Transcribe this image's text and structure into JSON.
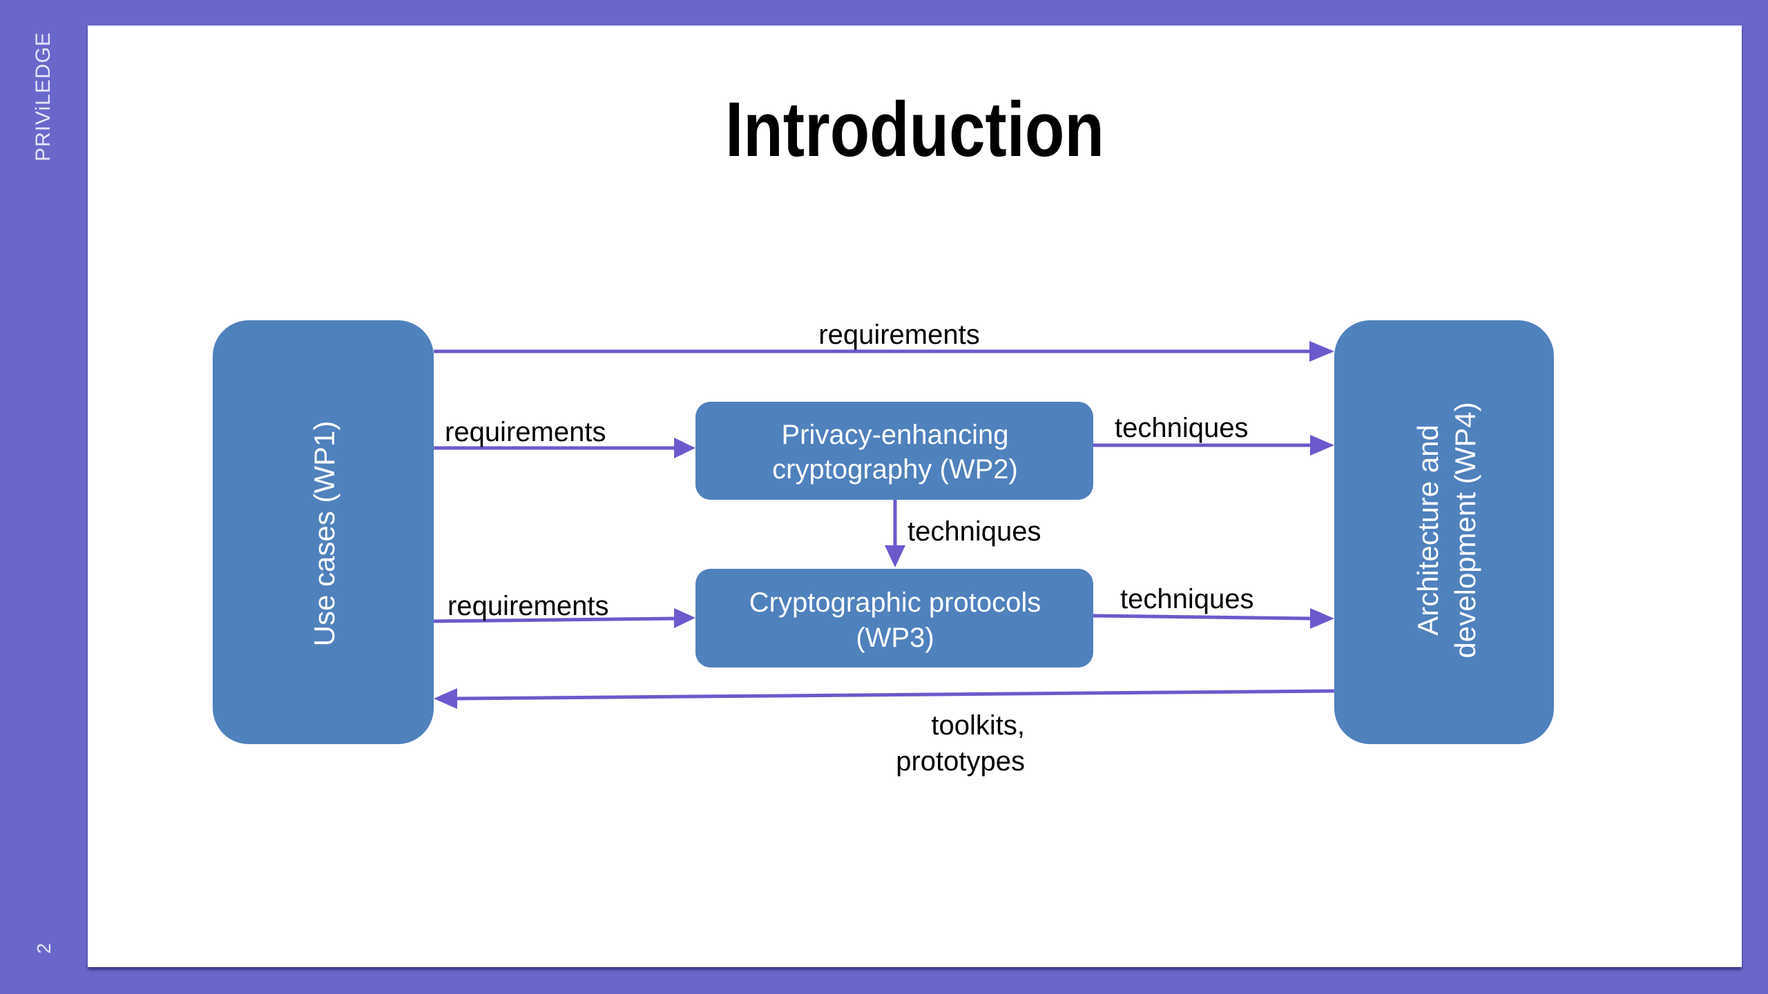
{
  "sidebar": {
    "brand": "PRIViLEDGE",
    "page_number": "2"
  },
  "slide": {
    "title": "Introduction"
  },
  "colors": {
    "background": "#6a67cb",
    "box_fill": "#4f81bd",
    "arrow": "#6a5acd",
    "box_text": "#ffffff",
    "label_text": "#000000"
  },
  "diagram": {
    "nodes": {
      "wp1": {
        "lines": [
          "Use cases (WP1)"
        ]
      },
      "wp2": {
        "lines": [
          "Privacy-enhancing",
          "cryptography (WP2)"
        ]
      },
      "wp3": {
        "lines": [
          "Cryptographic protocols",
          "(WP3)"
        ]
      },
      "wp4": {
        "lines": [
          "Architecture and",
          "development (WP4)"
        ]
      }
    },
    "edges": [
      {
        "from": "wp1",
        "to": "wp4",
        "label": "requirements"
      },
      {
        "from": "wp1",
        "to": "wp2",
        "label": "requirements"
      },
      {
        "from": "wp2",
        "to": "wp4",
        "label": "techniques"
      },
      {
        "from": "wp2",
        "to": "wp3",
        "label": "techniques"
      },
      {
        "from": "wp1",
        "to": "wp3",
        "label": "requirements"
      },
      {
        "from": "wp3",
        "to": "wp4",
        "label": "techniques"
      },
      {
        "from": "wp4",
        "to": "wp1",
        "label_lines": [
          "toolkits,",
          "prototypes"
        ]
      }
    ]
  }
}
